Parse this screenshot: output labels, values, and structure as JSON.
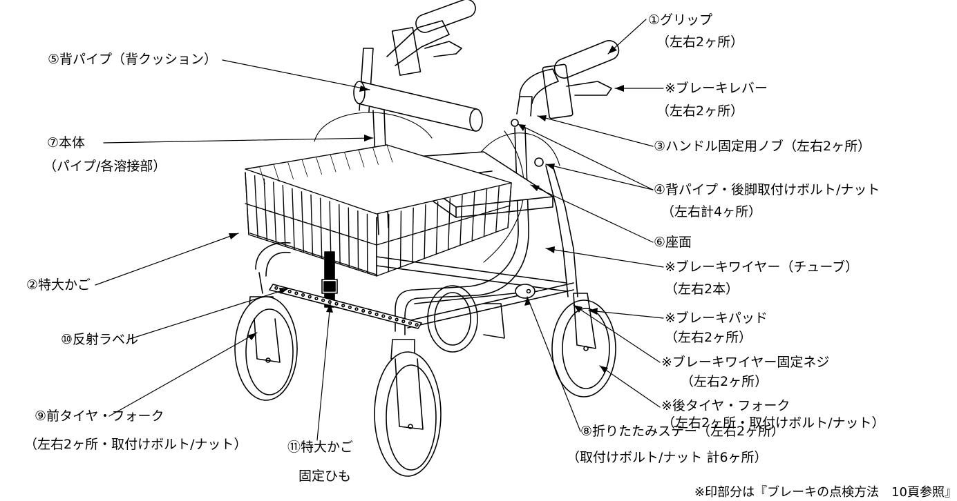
{
  "labels": {
    "grip": "①グリップ",
    "grip_sub": "（左右2ヶ所）",
    "back_pipe": "⑤背パイプ（背クッション）",
    "brake_lever": "※ブレーキレバー",
    "brake_lever_sub": "（左右2ヶ所）",
    "handle_knob": "③ハンドル固定用ノブ（左右2ヶ所）",
    "body": "⑦本体",
    "body_sub": "（パイプ/各溶接部）",
    "back_bolt": "④背パイプ・後脚取付けボルト/ナット",
    "back_bolt_sub": "（左右計4ヶ所）",
    "seat": "⑥座面",
    "brake_wire": "※ブレーキワイヤー（チューブ）",
    "brake_wire_sub": "（左右2本）",
    "basket": "②特大かご",
    "brake_pad": "※ブレーキパッド",
    "brake_pad_sub": "（左右2ヶ所）",
    "reflector": "⑩反射ラベル",
    "wire_screw": "※ブレーキワイヤー固定ネジ",
    "wire_screw_sub": "（左右2ヶ所）",
    "rear_tire": "※後タイヤ・フォーク",
    "rear_tire_sub": "（左右2ヶ所・取付けボルト/ナット）",
    "front_tire": "⑨前タイヤ・フォーク",
    "front_tire_sub": "（左右2ヶ所・取付けボルト/ナット）",
    "folding_stay": "⑧折りたたみステー（左右2ヶ所）",
    "folding_stay_sub": "（取付けボルト/ナット 計6ヶ所）",
    "basket_strap": "⑪特大かご",
    "basket_strap_sub": "固定ひも",
    "footnote": "※印部分は『ブレーキの点検方法　10頁参照』"
  },
  "colors": {
    "ink": "#000000",
    "background": "#ffffff"
  }
}
